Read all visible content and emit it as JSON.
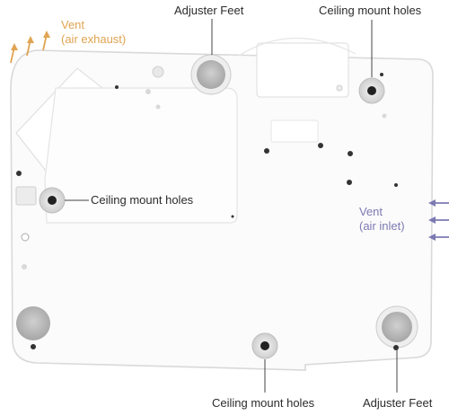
{
  "labels": {
    "vent_exhaust_line1": "Vent",
    "vent_exhaust_line2": "(air exhaust)",
    "adjuster_feet_top": "Adjuster Feet",
    "ceiling_mount_top": "Ceiling mount holes",
    "ceiling_mount_left": "Ceiling mount holes",
    "vent_inlet_line1": "Vent",
    "vent_inlet_line2": "(air inlet)",
    "ceiling_mount_bottom": "Ceiling mount holes",
    "adjuster_feet_bottom": "Adjuster Feet"
  },
  "colors": {
    "exhaust": "#e0a452",
    "inlet": "#7d7ab3",
    "body_outline": "#d7d7d7",
    "foot": "#b9b9b9",
    "text": "#2b2b2b"
  }
}
